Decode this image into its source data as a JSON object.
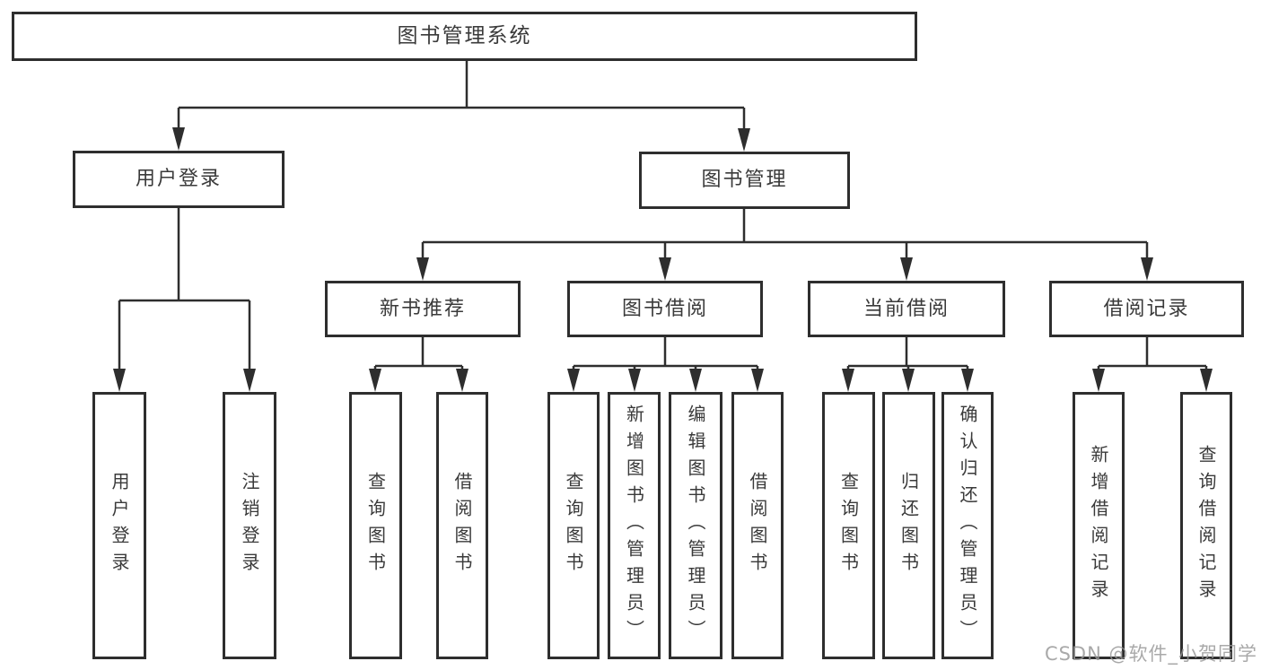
{
  "diagram": {
    "root": {
      "label": "图书管理系统"
    },
    "level2": [
      {
        "label": "用户登录"
      },
      {
        "label": "图书管理"
      }
    ],
    "level3": [
      {
        "label": "新书推荐"
      },
      {
        "label": "图书借阅"
      },
      {
        "label": "当前借阅"
      },
      {
        "label": "借阅记录"
      }
    ],
    "leaves": {
      "user_login": [
        "用户登录",
        "注销登录"
      ],
      "new_books": [
        "查询图书",
        "借阅图书"
      ],
      "book_borrow": [
        "查询图书",
        "新增图书（管理员）",
        "编辑图书（管理员）",
        "借阅图书"
      ],
      "current_borrow": [
        "查询图书",
        "归还图书",
        "确认归还（管理员）"
      ],
      "borrow_records": [
        "新增借阅记录",
        "查询借阅记录"
      ]
    }
  },
  "watermark": {
    "text": "CSDN @软件_小贺同学"
  },
  "colors": {
    "line": "#2e2e2e",
    "border": "#2e2e2e",
    "text": "#3a3a3a",
    "background": "#ffffff",
    "watermark": "#969696"
  }
}
